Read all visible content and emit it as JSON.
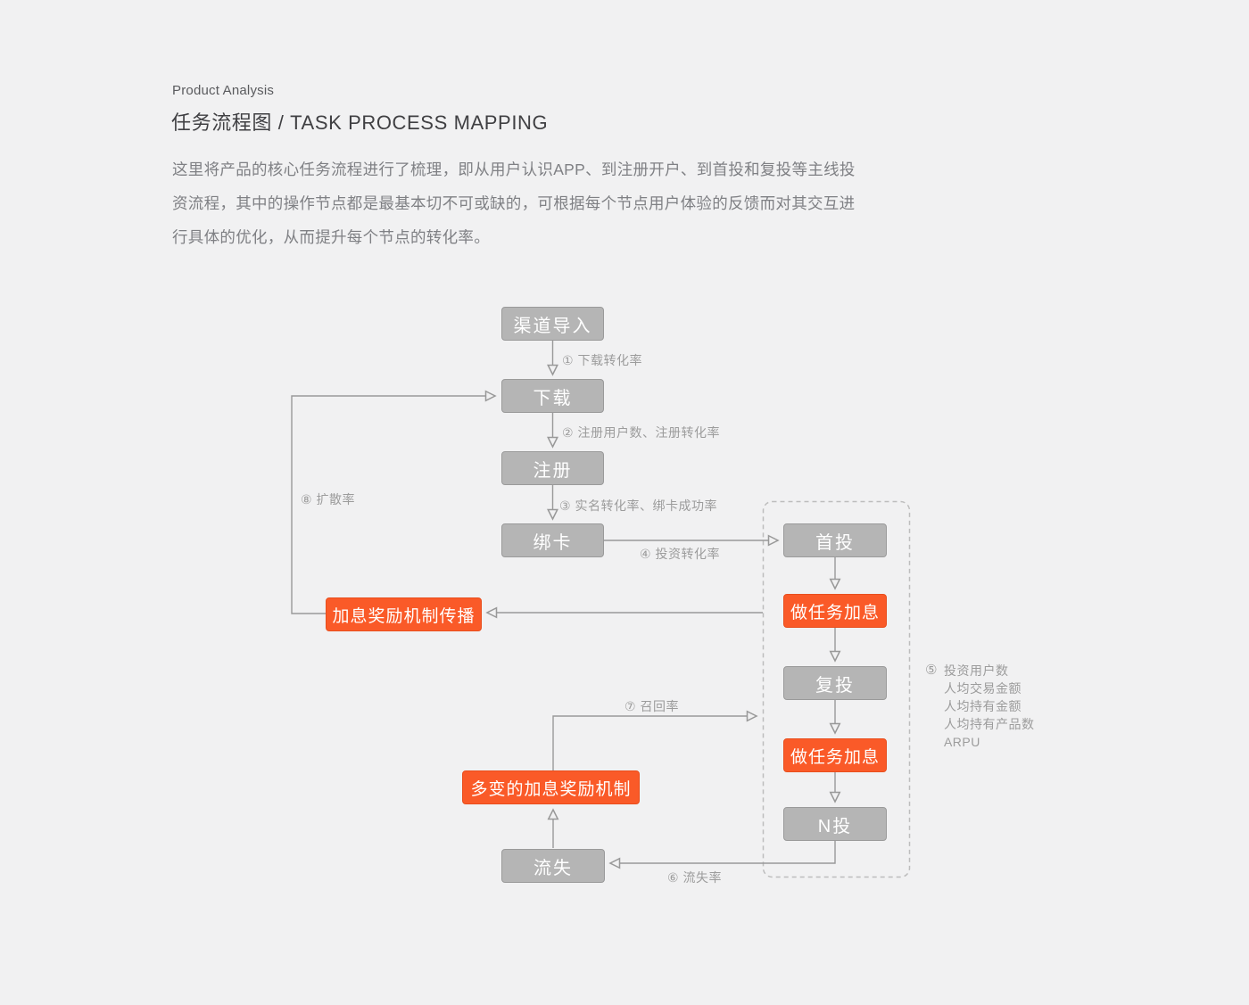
{
  "page": {
    "eyebrow": "Product Analysis",
    "title": "任务流程图 / TASK PROCESS MAPPING",
    "paragraph_lines": [
      "这里将产品的核心任务流程进行了梳理，即从用户认识APP、到注册开户、到首投和复投等主线投",
      "资流程，其中的操作节点都是最基本切不可或缺的，可根据每个节点用户体验的反馈而对其交互进",
      "行具体的优化，从而提升每个节点的转化率。"
    ]
  },
  "colors": {
    "background": "#f1f1f2",
    "node_gray": "#b5b5b5",
    "node_gray_border": "#9a9a9a",
    "accent_orange": "#fa5a28",
    "accent_orange_border": "#e84e1d",
    "connector_gray": "#999999",
    "label_gray": "#9c9c9c",
    "dashed_border": "#bdbdbd"
  },
  "flow": {
    "nodes": {
      "channel_import": "渠道导入",
      "download": "下载",
      "register": "注册",
      "bind_card": "绑卡",
      "first_invest": "首投",
      "task_interest_top": "做任务加息",
      "reinvest": "复投",
      "task_interest_bottom": "做任务加息",
      "n_invest": "N投",
      "interest_spread": "加息奖励机制传播",
      "variable_interest_mechanism": "多变的加息奖励机制",
      "churn": "流失"
    },
    "edge_labels": {
      "download_rate": "① 下载转化率",
      "register_rate": "② 注册用户数、注册转化率",
      "realname_rate": "③ 实名转化率、绑卡成功率",
      "invest_rate": "④ 投资转化率",
      "churn_rate": "⑥ 流失率",
      "recall_rate": "⑦ 召回率",
      "diffusion_rate": "⑧ 扩散率"
    },
    "metrics": {
      "marker": "⑤",
      "lines": [
        "投资用户数",
        "人均交易金额",
        "人均持有金额",
        "人均持有产品数",
        "ARPU"
      ]
    }
  }
}
